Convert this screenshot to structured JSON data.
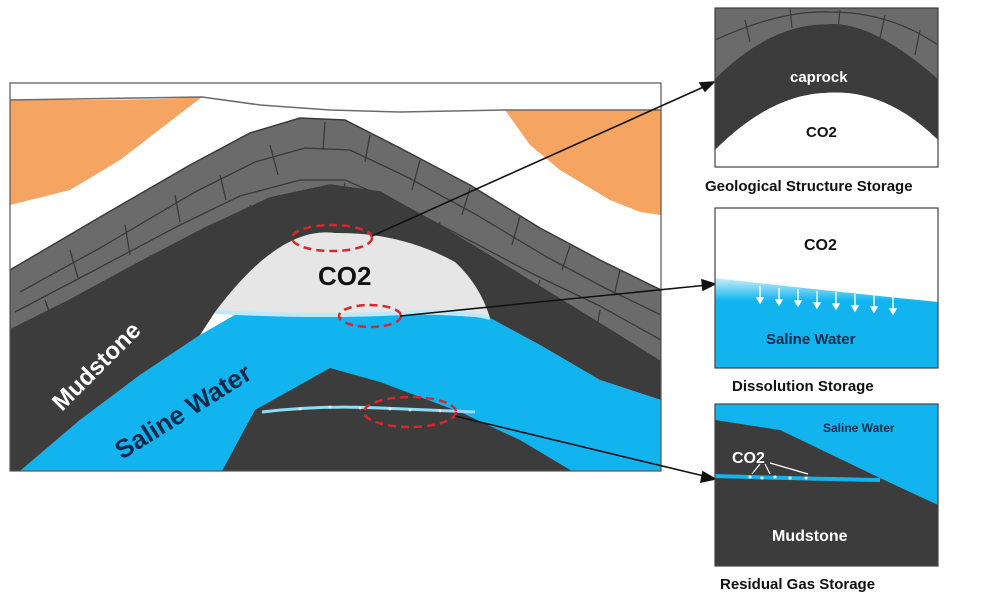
{
  "main": {
    "co2_label": "CO2",
    "mudstone_label": "Mudstone",
    "saline_label": "Saline Water"
  },
  "panels": {
    "structure": {
      "caprock": "caprock",
      "co2": "CO2",
      "caption": "Geological Structure Storage"
    },
    "dissolution": {
      "co2": "CO2",
      "saline": "Saline Water",
      "caption": "Dissolution Storage"
    },
    "residual": {
      "saline": "Saline Water",
      "co2": "CO2",
      "mudstone": "Mudstone",
      "caption": "Residual Gas Storage"
    }
  },
  "colors": {
    "saline_blue": "#12b4f0",
    "mudstone_dark": "#3c3c3c",
    "rock_gray": "#6b6b6b",
    "orange_sediment": "#f5a462",
    "ellipse_red": "#d9262b",
    "co2_gas": "#e6e6e6"
  }
}
